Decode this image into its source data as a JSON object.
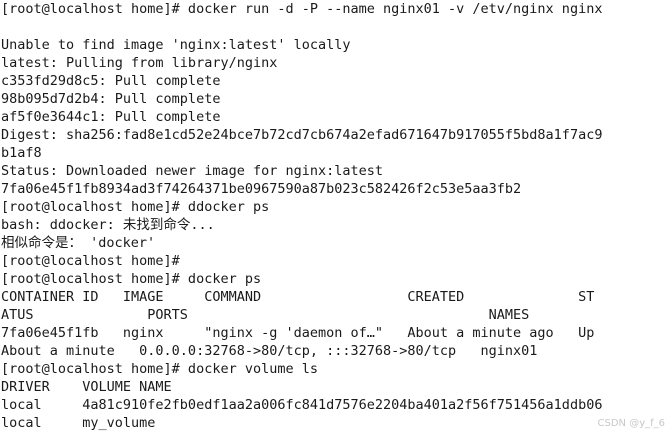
{
  "terminal": {
    "lines": [
      "[root@localhost home]# docker run -d -P --name nginx01 -v /etv/nginx nginx",
      "",
      "Unable to find image 'nginx:latest' locally",
      "latest: Pulling from library/nginx",
      "c353fd29d8c5: Pull complete",
      "98b095d7d2b4: Pull complete",
      "af5f0e3644c1: Pull complete",
      "Digest: sha256:fad8e1cd52e24bce7b72cd7cb674a2efad671647b917055f5bd8a1f7ac9",
      "b1af8",
      "Status: Downloaded newer image for nginx:latest",
      "7fa06e45f1fb8934ad3f74264371be0967590a87b023c582426f2c53e5aa3fb2",
      "[root@localhost home]# ddocker ps",
      "bash: ddocker: 未找到命令...",
      "相似命令是： 'docker'",
      "[root@localhost home]#",
      "[root@localhost home]# docker ps",
      "CONTAINER ID   IMAGE     COMMAND                  CREATED              ST",
      "ATUS              PORTS                                     NAMES",
      "7fa06e45f1fb   nginx     \"nginx -g 'daemon of…\"   About a minute ago   Up",
      "About a minute   0.0.0.0:32768->80/tcp, :::32768->80/tcp   nginx01",
      "[root@localhost home]# docker volume ls",
      "DRIVER    VOLUME NAME",
      "local     4a81c910fe2fb0edf1aa2a006fc841d7576e2204ba401a2f56f751456a1ddb06",
      "local     my_volume"
    ]
  },
  "watermark": "CSDN @y_f_6"
}
